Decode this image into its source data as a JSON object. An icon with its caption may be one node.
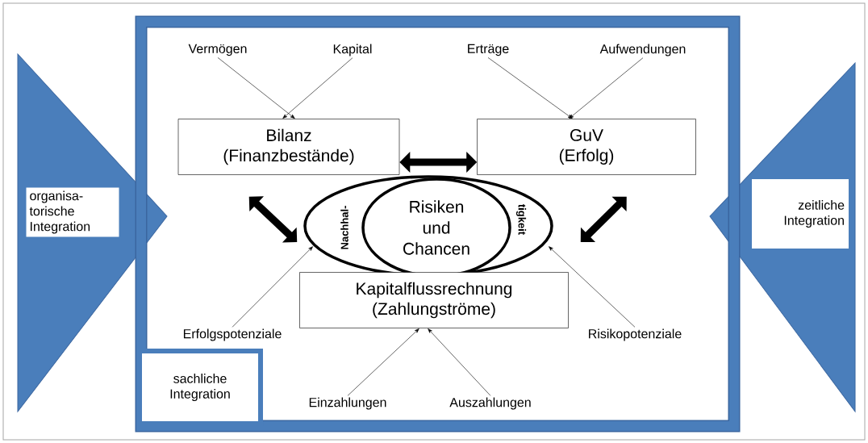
{
  "diagram": {
    "nodes": [
      {
        "text": [
          "organisa-torische Integration"
        ]
      },
      {
        "text": [
          "zeitliche Integration"
        ]
      },
      {
        "text": [
          "sachliche Integration"
        ]
      },
      {
        "text": [
          "Vermögen"
        ]
      },
      {
        "text": [
          "Kapital"
        ]
      },
      {
        "text": [
          "Erträge"
        ]
      },
      {
        "text": [
          "Aufwendungen"
        ]
      },
      {
        "text": [
          "Bilanz (Finanzbestände)"
        ]
      },
      {
        "text": [
          "GuV (Erfolg)"
        ]
      },
      {
        "text": [
          "Nachhal-",
          "tigkeit"
        ]
      },
      {
        "text": [
          "Risiken und Chancen"
        ],
        "in": 9
      },
      {
        "text": [
          "Kapitalflussrechnung (Zahlungströme)"
        ]
      },
      {
        "text": [
          "Erfolgspotenziale"
        ]
      },
      {
        "text": [
          "Risikopotenziale"
        ]
      },
      {
        "text": [
          "Einzahlungen"
        ]
      },
      {
        "text": [
          "Auszahlungen"
        ]
      }
    ],
    "edges": [
      {
        "from": 3,
        "to": 7,
        "arrow": "to"
      },
      {
        "from": 4,
        "to": 7,
        "arrow": "to"
      },
      {
        "from": 5,
        "to": 8,
        "arrow": "to"
      },
      {
        "from": 6,
        "to": 8,
        "arrow": "to"
      },
      {
        "from": 7,
        "to": 8,
        "arrow": "both",
        "style": "thick"
      },
      {
        "from": 7,
        "to": 9,
        "arrow": "both",
        "style": "thick"
      },
      {
        "from": 8,
        "to": 9,
        "arrow": "both",
        "style": "thick"
      },
      {
        "from": 12,
        "to": 9,
        "arrow": "to"
      },
      {
        "from": 13,
        "to": 9,
        "arrow": "to"
      },
      {
        "from": 14,
        "to": 11,
        "arrow": "to"
      },
      {
        "from": 15,
        "to": 11,
        "arrow": "to"
      }
    ]
  }
}
